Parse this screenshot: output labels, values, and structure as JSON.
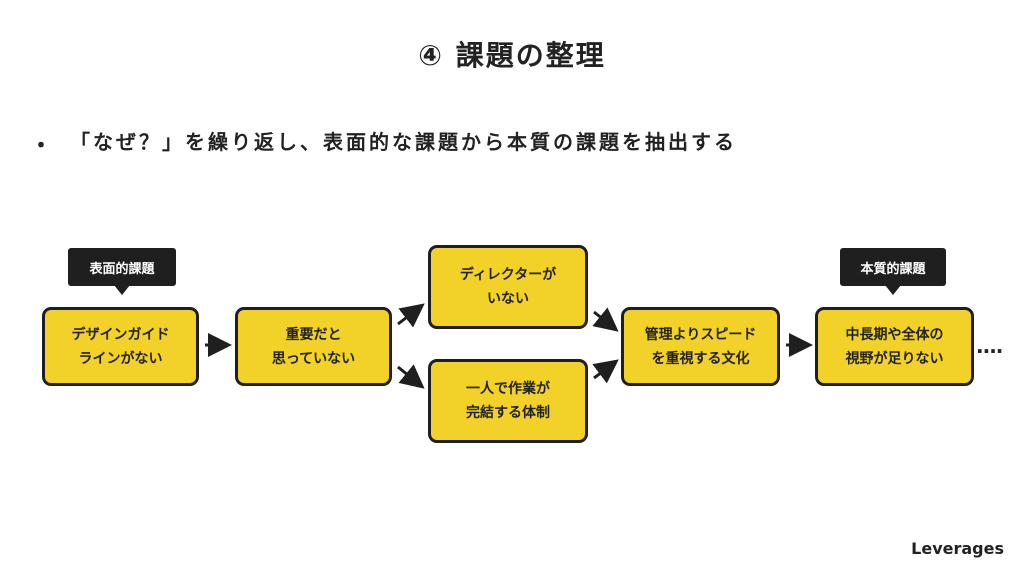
{
  "title": "④ 課題の整理",
  "bullet": {
    "marker": "・",
    "text": "「なぜ？」を繰り返し、表面的な課題から本質の課題を抽出する"
  },
  "tags": {
    "surface": "表面的課題",
    "essential": "本質的課題"
  },
  "boxes": {
    "b1": "デザインガイド\nラインがない",
    "b2": "重要だと\n思っていない",
    "b3": "ディレクターが\nいない",
    "b4": "一人で作業が\n完結する体制",
    "b5": "管理よりスピード\nを重視する文化",
    "b6": "中長期や全体の\n視野が足りない"
  },
  "ellipsis": "....",
  "brand": "Leverages",
  "colors": {
    "box_fill": "#f2d228",
    "box_border": "#1f1f1f",
    "tag_fill": "#1f1f1f"
  }
}
